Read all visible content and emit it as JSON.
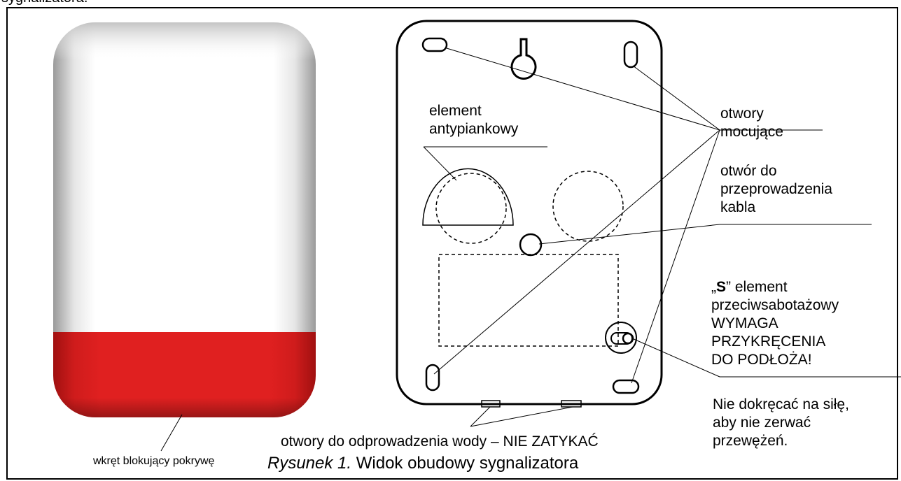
{
  "cut_text": "sygnalizatora.",
  "labels": {
    "mounting_holes_1": "otwory",
    "mounting_holes_2": "mocujące",
    "antifoam_1": "element",
    "antifoam_2": "antypiankowy",
    "cable_hole_1": "otwór do",
    "cable_hole_2": "przeprowadzenia",
    "cable_hole_3": "kabla",
    "tamper_quote_open": "„",
    "tamper_letter": "S",
    "tamper_rest": "” element",
    "tamper_2": "przeciwsabotażowy",
    "tamper_3": "WYMAGA",
    "tamper_4": "PRZYKRĘCENIA",
    "tamper_5": "DO PODŁOŻA!",
    "warn_1": "Nie dokręcać na siłę,",
    "warn_2": "aby nie zerwać",
    "warn_3": "przewężeń.",
    "drain": "otwory do odprowadzenia wody – NIE ZATYKAĆ",
    "screw": "wkręt blokujący pokrywę"
  },
  "caption": {
    "prefix": "Rysunek 1.",
    "text": " Widok obudowy sygnalizatora"
  },
  "colors": {
    "cover_red": "#e02020",
    "outline": "#000000"
  }
}
